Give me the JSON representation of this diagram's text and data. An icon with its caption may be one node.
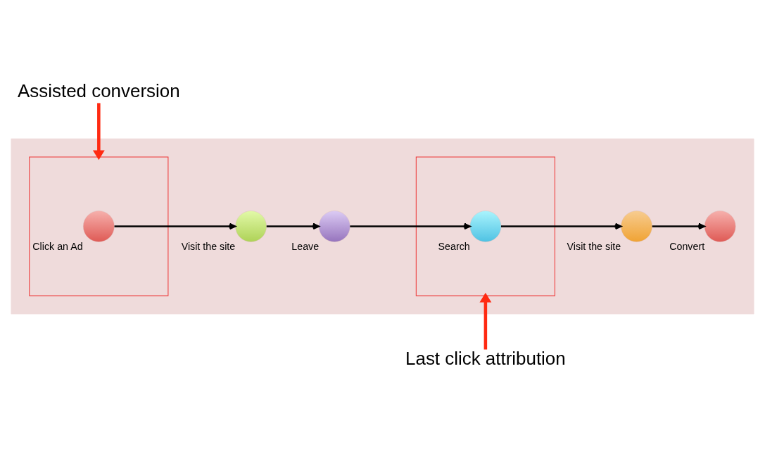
{
  "diagram": {
    "nodes": [
      {
        "text": [
          "Assisted conversion"
        ]
      },
      {
        "text": [],
        "shape": "arrow"
      },
      {
        "text": [],
        "shape": "box",
        "in": 1
      },
      {
        "text": [],
        "shape": "circle",
        "beside": [
          "Click an Ad"
        ],
        "in": 2
      },
      {
        "text": [],
        "shape": "circle",
        "beside": [
          "Visit the site"
        ],
        "in": 1
      },
      {
        "text": [],
        "shape": "circle",
        "beside": [
          "Leave"
        ],
        "in": 1
      },
      {
        "text": [],
        "shape": "box",
        "in": 1
      },
      {
        "text": [],
        "shape": "circle",
        "beside": [
          "Search"
        ],
        "in": 6
      },
      {
        "text": [],
        "shape": "circle",
        "beside": [
          "Visit the site"
        ],
        "in": 1
      },
      {
        "text": [],
        "shape": "circle",
        "beside": [
          "Convert"
        ],
        "in": 1
      },
      {
        "text": [
          "Last click attribution"
        ]
      }
    ],
    "edges": [
      {
        "from": 0,
        "to": 2,
        "arrow": "to",
        "style": "thick",
        "color": "#ff2a12"
      },
      {
        "from": 3,
        "to": 4,
        "arrow": "to"
      },
      {
        "from": 4,
        "to": 5,
        "arrow": "to"
      },
      {
        "from": 5,
        "to": 7,
        "arrow": "to"
      },
      {
        "from": 7,
        "to": 8,
        "arrow": "to"
      },
      {
        "from": 8,
        "to": 9,
        "arrow": "to"
      },
      {
        "from": 10,
        "to": 6,
        "arrow": "to",
        "style": "thick",
        "color": "#ff2a12"
      }
    ]
  }
}
